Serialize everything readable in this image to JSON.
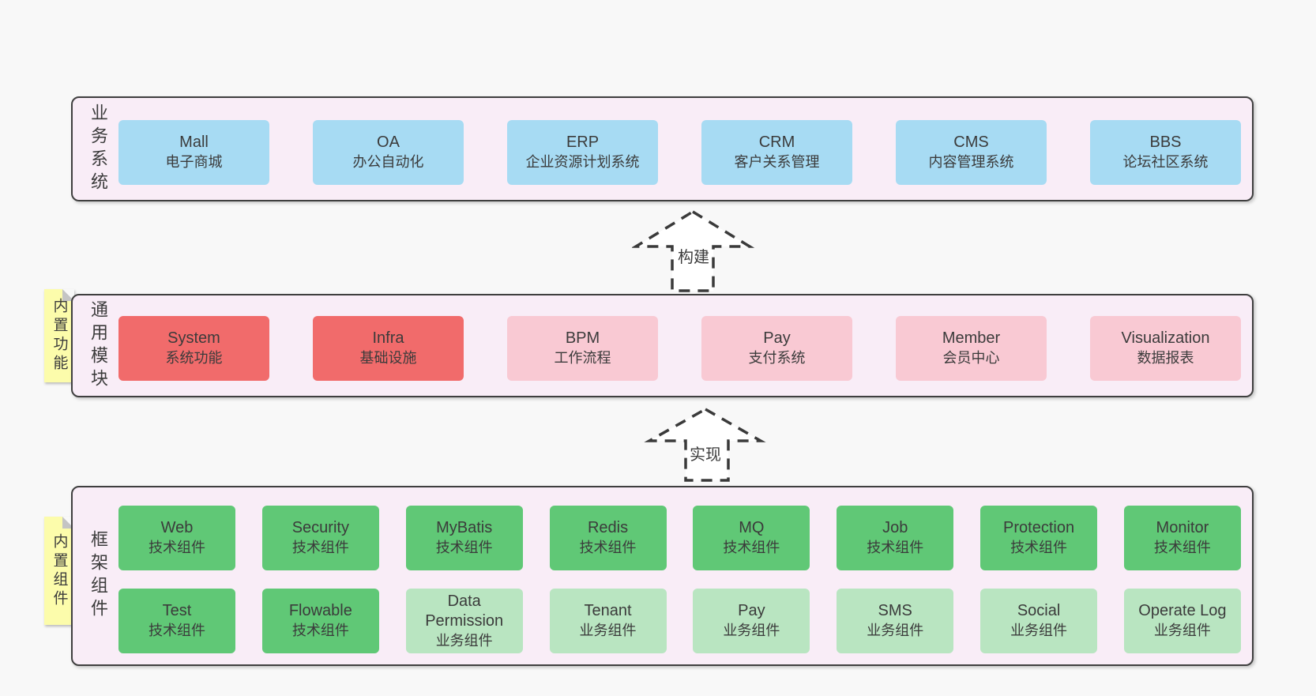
{
  "colors": {
    "page_bg": "#f8f8f8",
    "panel_bg": "#f9edf7",
    "panel_border": "#3f3f3f",
    "blue_box": "#a7dbf3",
    "red_box": "#f16b6b",
    "pink_box": "#f9c9d3",
    "green_box": "#60c876",
    "light_green_box": "#b9e5c1",
    "sticky_yellow": "#fcfcab",
    "text": "#3b3b3b"
  },
  "arrows": [
    {
      "label": "构建"
    },
    {
      "label": "实现"
    }
  ],
  "sections": {
    "business": {
      "label": "业务系统",
      "boxes": [
        {
          "name": "Mall",
          "desc": "电子商城"
        },
        {
          "name": "OA",
          "desc": "办公自动化"
        },
        {
          "name": "ERP",
          "desc": "企业资源计划系统"
        },
        {
          "name": "CRM",
          "desc": "客户关系管理"
        },
        {
          "name": "CMS",
          "desc": "内容管理系统"
        },
        {
          "name": "BBS",
          "desc": "论坛社区系统"
        }
      ]
    },
    "modules": {
      "label": "通用模块",
      "sticky": "内置功能",
      "boxes": [
        {
          "name": "System",
          "desc": "系统功能"
        },
        {
          "name": "Infra",
          "desc": "基础设施"
        },
        {
          "name": "BPM",
          "desc": "工作流程"
        },
        {
          "name": "Pay",
          "desc": "支付系统"
        },
        {
          "name": "Member",
          "desc": "会员中心"
        },
        {
          "name": "Visualization",
          "desc": "数据报表"
        }
      ]
    },
    "framework": {
      "label": "框架组件",
      "sticky": "内置组件",
      "rows": [
        [
          {
            "name": "Web",
            "desc": "技术组件"
          },
          {
            "name": "Security",
            "desc": "技术组件"
          },
          {
            "name": "MyBatis",
            "desc": "技术组件"
          },
          {
            "name": "Redis",
            "desc": "技术组件"
          },
          {
            "name": "MQ",
            "desc": "技术组件"
          },
          {
            "name": "Job",
            "desc": "技术组件"
          },
          {
            "name": "Protection",
            "desc": "技术组件"
          },
          {
            "name": "Monitor",
            "desc": "技术组件"
          }
        ],
        [
          {
            "name": "Test",
            "desc": "技术组件"
          },
          {
            "name": "Flowable",
            "desc": "技术组件"
          },
          {
            "name": "Data Permission",
            "desc": "业务组件"
          },
          {
            "name": "Tenant",
            "desc": "业务组件"
          },
          {
            "name": "Pay",
            "desc": "业务组件"
          },
          {
            "name": "SMS",
            "desc": "业务组件"
          },
          {
            "name": "Social",
            "desc": "业务组件"
          },
          {
            "name": "Operate Log",
            "desc": "业务组件"
          }
        ]
      ]
    }
  }
}
